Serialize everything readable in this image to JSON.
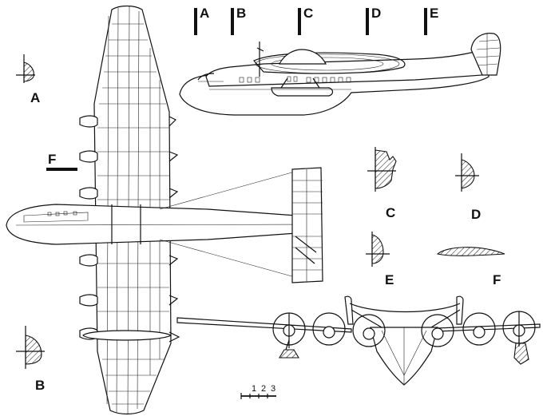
{
  "section_labels": {
    "a": "A",
    "b": "B",
    "c": "C",
    "d": "D",
    "e": "E",
    "f": "F"
  },
  "scale_bar": {
    "ticks": [
      "1",
      "2",
      "3"
    ]
  }
}
